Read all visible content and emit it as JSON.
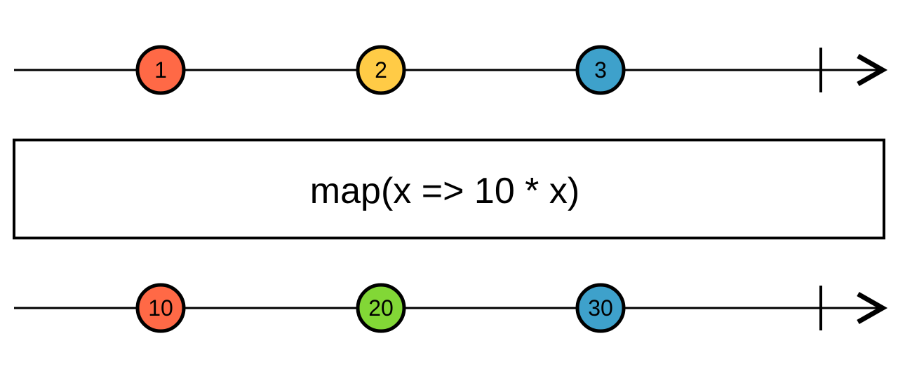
{
  "canvas": {
    "background": "#ffffff",
    "stroke_color": "#000000"
  },
  "operator_box": {
    "label": "map(x => 10 * x)"
  },
  "streams": {
    "input": {
      "marbles": [
        {
          "value": "1",
          "color": "#FF6946"
        },
        {
          "value": "2",
          "color": "#FFCB46"
        },
        {
          "value": "3",
          "color": "#3EA1CB"
        }
      ]
    },
    "output": {
      "marbles": [
        {
          "value": "10",
          "color": "#FF6946"
        },
        {
          "value": "20",
          "color": "#82D736"
        },
        {
          "value": "30",
          "color": "#3EA1CB"
        }
      ]
    }
  }
}
